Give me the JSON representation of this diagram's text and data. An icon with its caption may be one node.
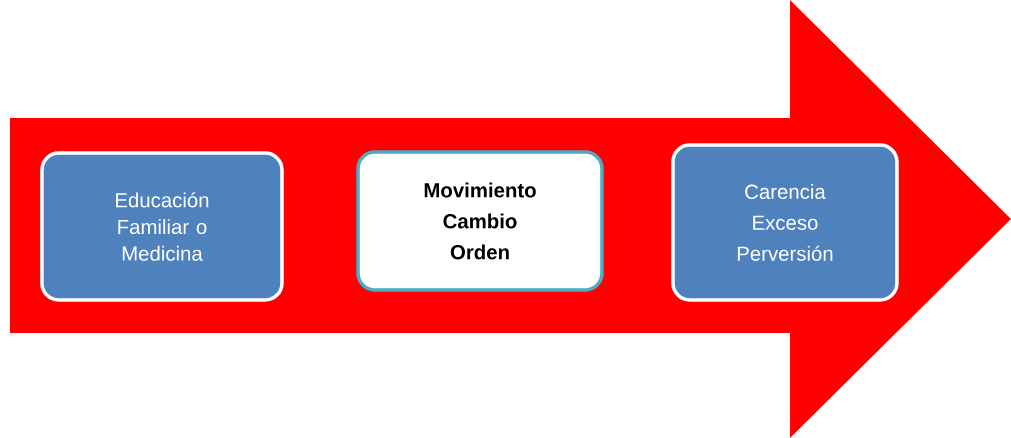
{
  "diagram": {
    "nodes": [
      {
        "text": [],
        "shape": "arrow"
      },
      {
        "text": [
          "Educación Familiar o Medicina"
        ],
        "in": 0
      },
      {
        "text": [
          "Movimiento",
          "Cambio",
          "Orden"
        ],
        "in": 0
      },
      {
        "text": [
          "Carencia",
          "Exceso",
          "Perversión"
        ],
        "in": 0
      }
    ]
  }
}
